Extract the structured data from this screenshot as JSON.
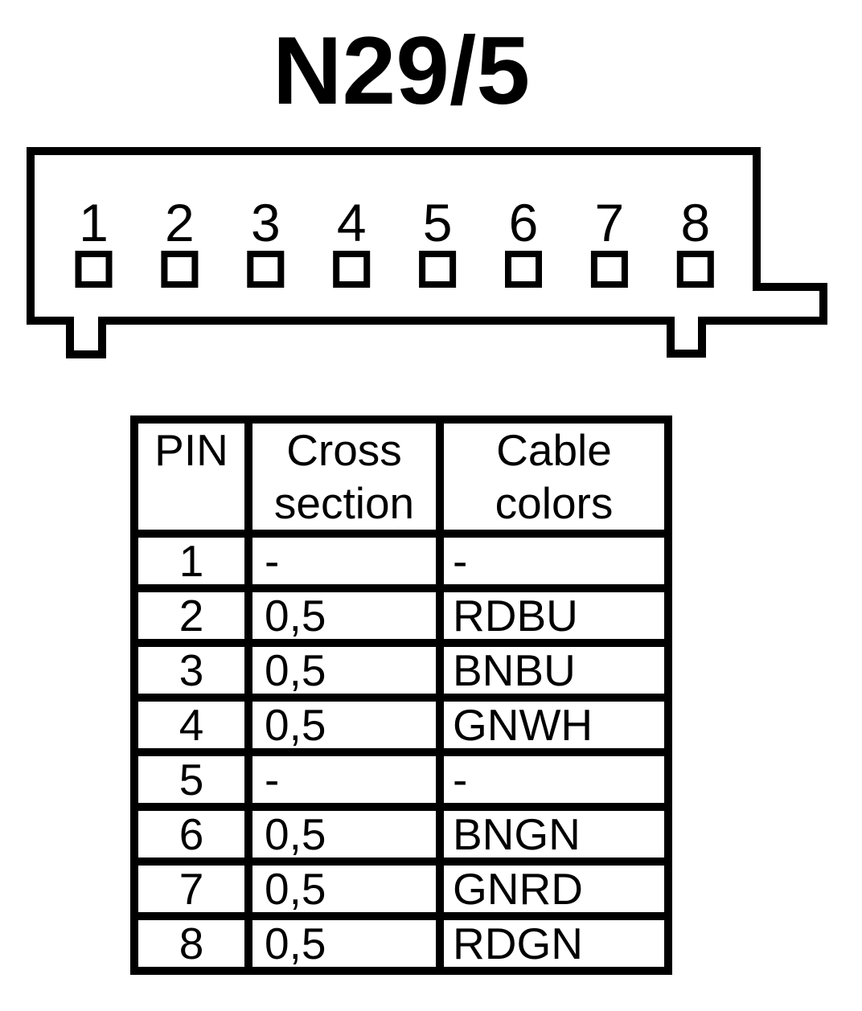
{
  "title": "N29/5",
  "colors": {
    "line": "#000000",
    "background": "#ffffff"
  },
  "connector": {
    "pins": [
      "1",
      "2",
      "3",
      "4",
      "5",
      "6",
      "7",
      "8"
    ]
  },
  "table": {
    "headers": [
      "PIN",
      "Cross section",
      "Cable colors"
    ],
    "rows": [
      [
        "1",
        "-",
        "-"
      ],
      [
        "2",
        "0,5",
        "RDBU"
      ],
      [
        "3",
        "0,5",
        "BNBU"
      ],
      [
        "4",
        "0,5",
        "GNWH"
      ],
      [
        "5",
        "-",
        "-"
      ],
      [
        "6",
        "0,5",
        "BNGN"
      ],
      [
        "7",
        "0,5",
        "GNRD"
      ],
      [
        "8",
        "0,5",
        "RDGN"
      ]
    ]
  }
}
